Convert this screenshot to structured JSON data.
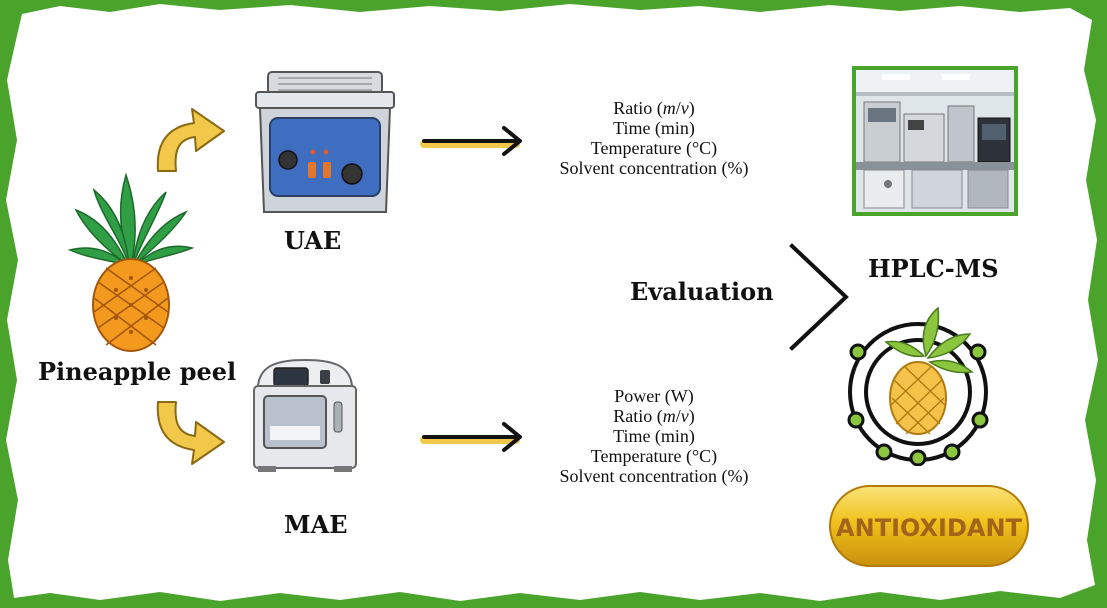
{
  "source": {
    "label": "Pineapple peel"
  },
  "methods": [
    {
      "id": "uae",
      "label": "UAE",
      "parameters": [
        "Ratio (m/v)",
        "Time (min)",
        "Temperature (°C)",
        "Solvent concentration (%)"
      ]
    },
    {
      "id": "mae",
      "label": "MAE",
      "parameters": [
        "Power (W)",
        "Ratio (m/v)",
        "Time (min)",
        "Temperature (°C)",
        "Solvent concentration (%)"
      ]
    }
  ],
  "evaluation": {
    "label": "Evaluation"
  },
  "analysis": {
    "hplc_label": "HPLC-MS",
    "badge_label": "ANTIOXIDANT"
  },
  "colors": {
    "frame": "#4aa32b",
    "arrow_yellow": "#f2c84b",
    "badge_gold": "#f0c21c",
    "badge_text": "#a0641a"
  }
}
